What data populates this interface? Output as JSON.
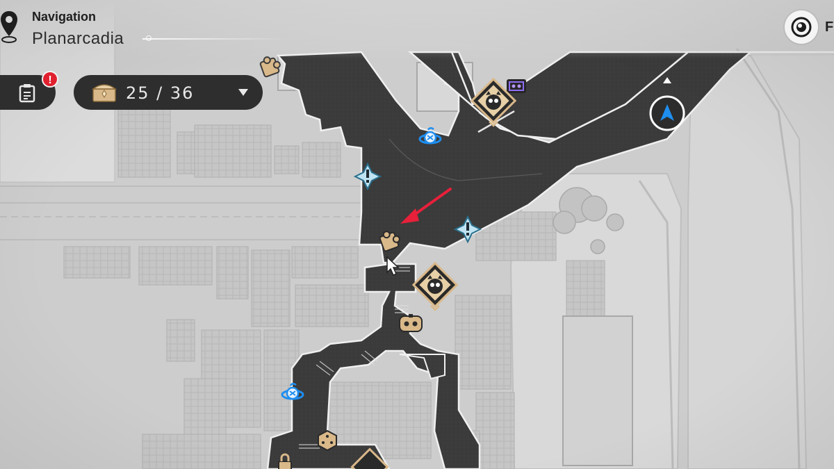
{
  "header": {
    "caption": "Navigation",
    "location": "Planarcadia"
  },
  "mission": {
    "badge": "!",
    "icon": "mission-log-icon"
  },
  "treasure": {
    "count": "25 / 36",
    "icon": "treasure-chest-icon",
    "dropdown_icon": "chevron-down-icon"
  },
  "top_right": {
    "label": "Fi",
    "icon": "fragmentum-target-icon"
  },
  "colors": {
    "road": "#3c3c3c",
    "panel": "#2e2e2e",
    "accent_blue": "#1e8ef0",
    "marker_gold": "#d9b889",
    "badge_red": "#e0202e",
    "arrow_red": "#e8203a",
    "warp_purple": "#6d4bd1"
  },
  "map_markers": [
    "space-anchor-icon",
    "mission-marker-icon",
    "origami-bird-icon",
    "raccoon-merchant-icon",
    "puzzle-piece-icon",
    "dice-icon",
    "warp-trotter-icon",
    "player-arrow-icon"
  ]
}
